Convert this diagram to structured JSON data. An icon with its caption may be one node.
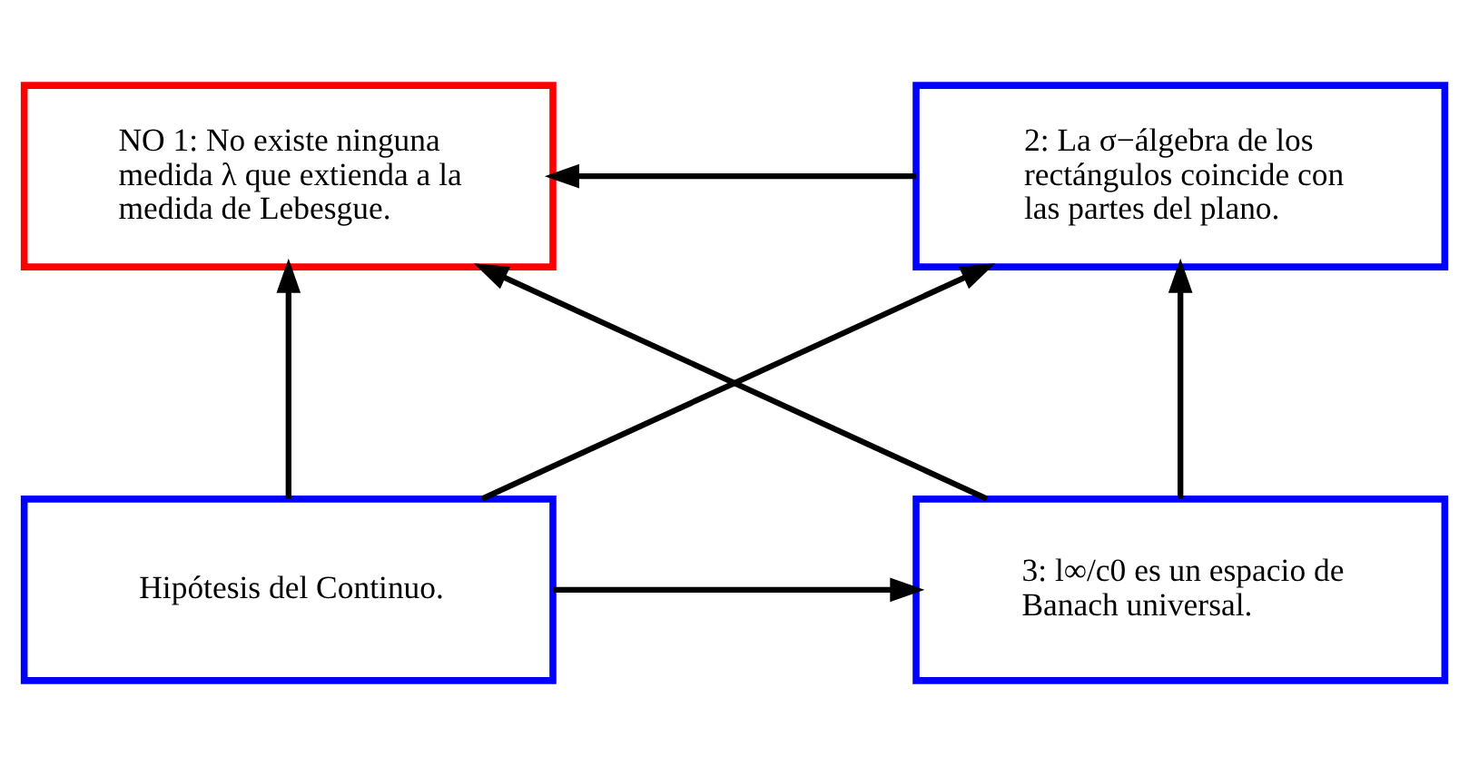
{
  "diagram": {
    "nodes": [
      {
        "text": [
          "NO 1: No existe ninguna medida λ que extienda a la medida de Lebesgue."
        ]
      },
      {
        "text": [
          "2: La σ−álgebra de los rectángulos coincide con las partes del plano."
        ]
      },
      {
        "text": [
          "Hipótesis del Continuo."
        ]
      },
      {
        "text": [
          "3: l∞/c0 es un espacio de Banach universal."
        ]
      }
    ],
    "edges": [
      {
        "from": 1,
        "to": 0,
        "arrow": "to"
      },
      {
        "from": 2,
        "to": 0,
        "arrow": "to"
      },
      {
        "from": 3,
        "to": 1,
        "arrow": "to"
      },
      {
        "from": 2,
        "to": 3,
        "arrow": "to"
      },
      {
        "from": 2,
        "to": 1,
        "arrow": "to"
      },
      {
        "from": 3,
        "to": 0,
        "arrow": "to"
      }
    ]
  }
}
